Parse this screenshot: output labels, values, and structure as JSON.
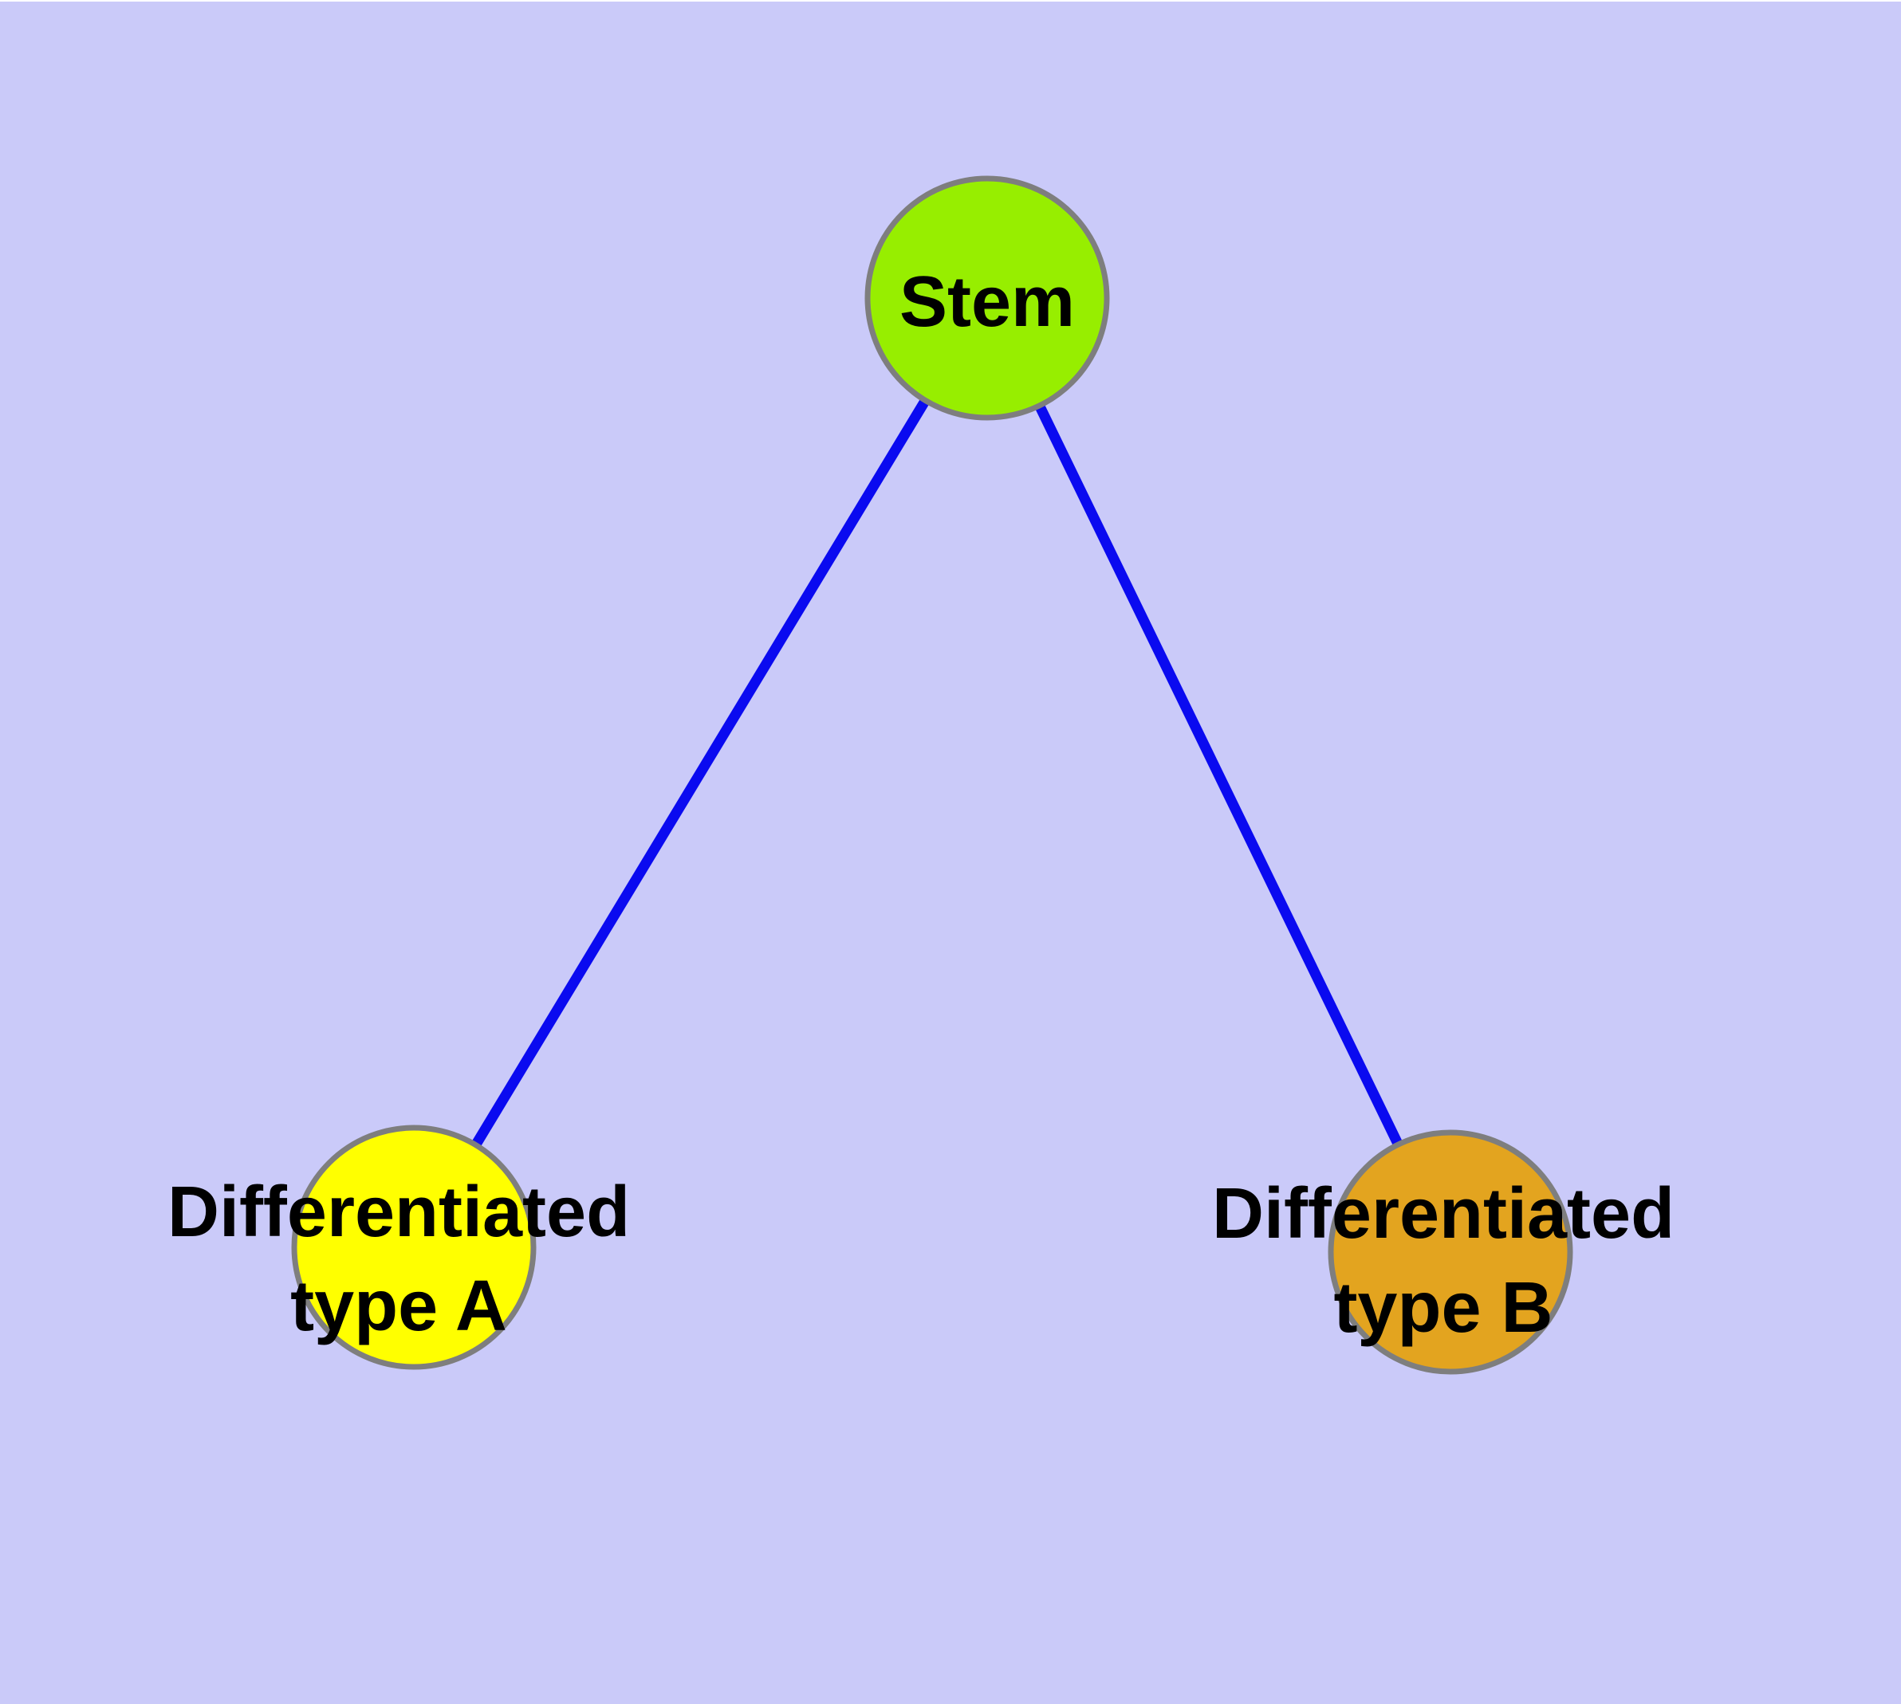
{
  "colors": {
    "background": "#CACAF9",
    "edge": "#0A0AF0",
    "node_border": "#7E7E7E",
    "label_text": "#000000"
  },
  "nodes": {
    "stem": {
      "label": "Stem",
      "fill": "#97EE00"
    },
    "type_a": {
      "label_line1": "Differentiated",
      "label_line2": "type A",
      "fill": "#FFFF00"
    },
    "type_b": {
      "label_line1": "Differentiated",
      "label_line2": "type B",
      "fill": "#E3A41F"
    }
  },
  "edges": [
    {
      "from": "Stem",
      "to": "Differentiated type A",
      "color": "#0A0AF0"
    },
    {
      "from": "Stem",
      "to": "Differentiated type B",
      "color": "#0A0AF0"
    }
  ]
}
